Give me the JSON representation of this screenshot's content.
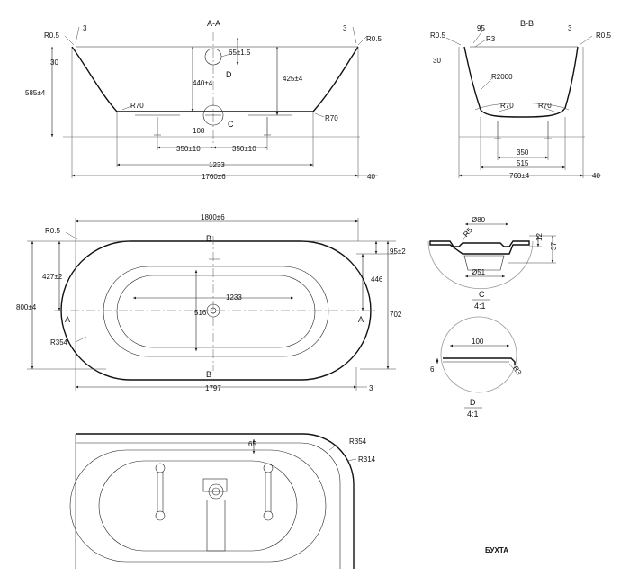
{
  "section_aa": {
    "title": "A-A",
    "dims": {
      "r05_left": "R0.5",
      "three_left": "3",
      "three_right": "3",
      "r05_right": "R0.5",
      "d65": "65±1.5",
      "label_d": "D",
      "h440": "440±4",
      "h425": "425±4",
      "h585": "585±4",
      "w30": "30",
      "r70_left": "R70",
      "r70_right": "R70",
      "label_c": "C",
      "d108": "108",
      "w350_left": "350±10",
      "w350_right": "350±10",
      "w1233": "1233",
      "w1760": "1760±6",
      "w40": "40"
    }
  },
  "section_bb": {
    "title": "B-B",
    "dims": {
      "r05_left": "R0.5",
      "w95": "95",
      "r3": "R3",
      "three": "3",
      "r05_right": "R0.5",
      "w30": "30",
      "r2000": "R2000",
      "r70_left": "R70",
      "r70_right": "R70",
      "w350": "350",
      "w515": "515",
      "w760": "760±4",
      "w40": "40"
    }
  },
  "plan": {
    "dims": {
      "r05": "R0.5",
      "w1800": "1800±6",
      "b_top": "B",
      "b_bottom": "B",
      "d95": "95±2",
      "h427": "427±2",
      "d446": "446",
      "w1233": "1233",
      "h800": "800±4",
      "d516": "516",
      "a_left": "A",
      "a_right": "A",
      "h702": "702",
      "r354": "R354",
      "w1797": "1797",
      "three": "3"
    }
  },
  "detail_c": {
    "dims": {
      "d80": "Ø80",
      "r5": "R5",
      "h12": "12",
      "h37": "37",
      "d51": "Ø51"
    },
    "label": "C",
    "scale": "4:1"
  },
  "detail_d": {
    "dims": {
      "w100": "100",
      "h6": "6",
      "r3": "R3"
    },
    "label": "D",
    "scale": "4:1"
  },
  "top_view": {
    "dims": {
      "r354": "R354",
      "d65": "65",
      "r314": "R314"
    }
  },
  "logo": {
    "text": "БУХТА",
    "color": "#e41e26"
  }
}
